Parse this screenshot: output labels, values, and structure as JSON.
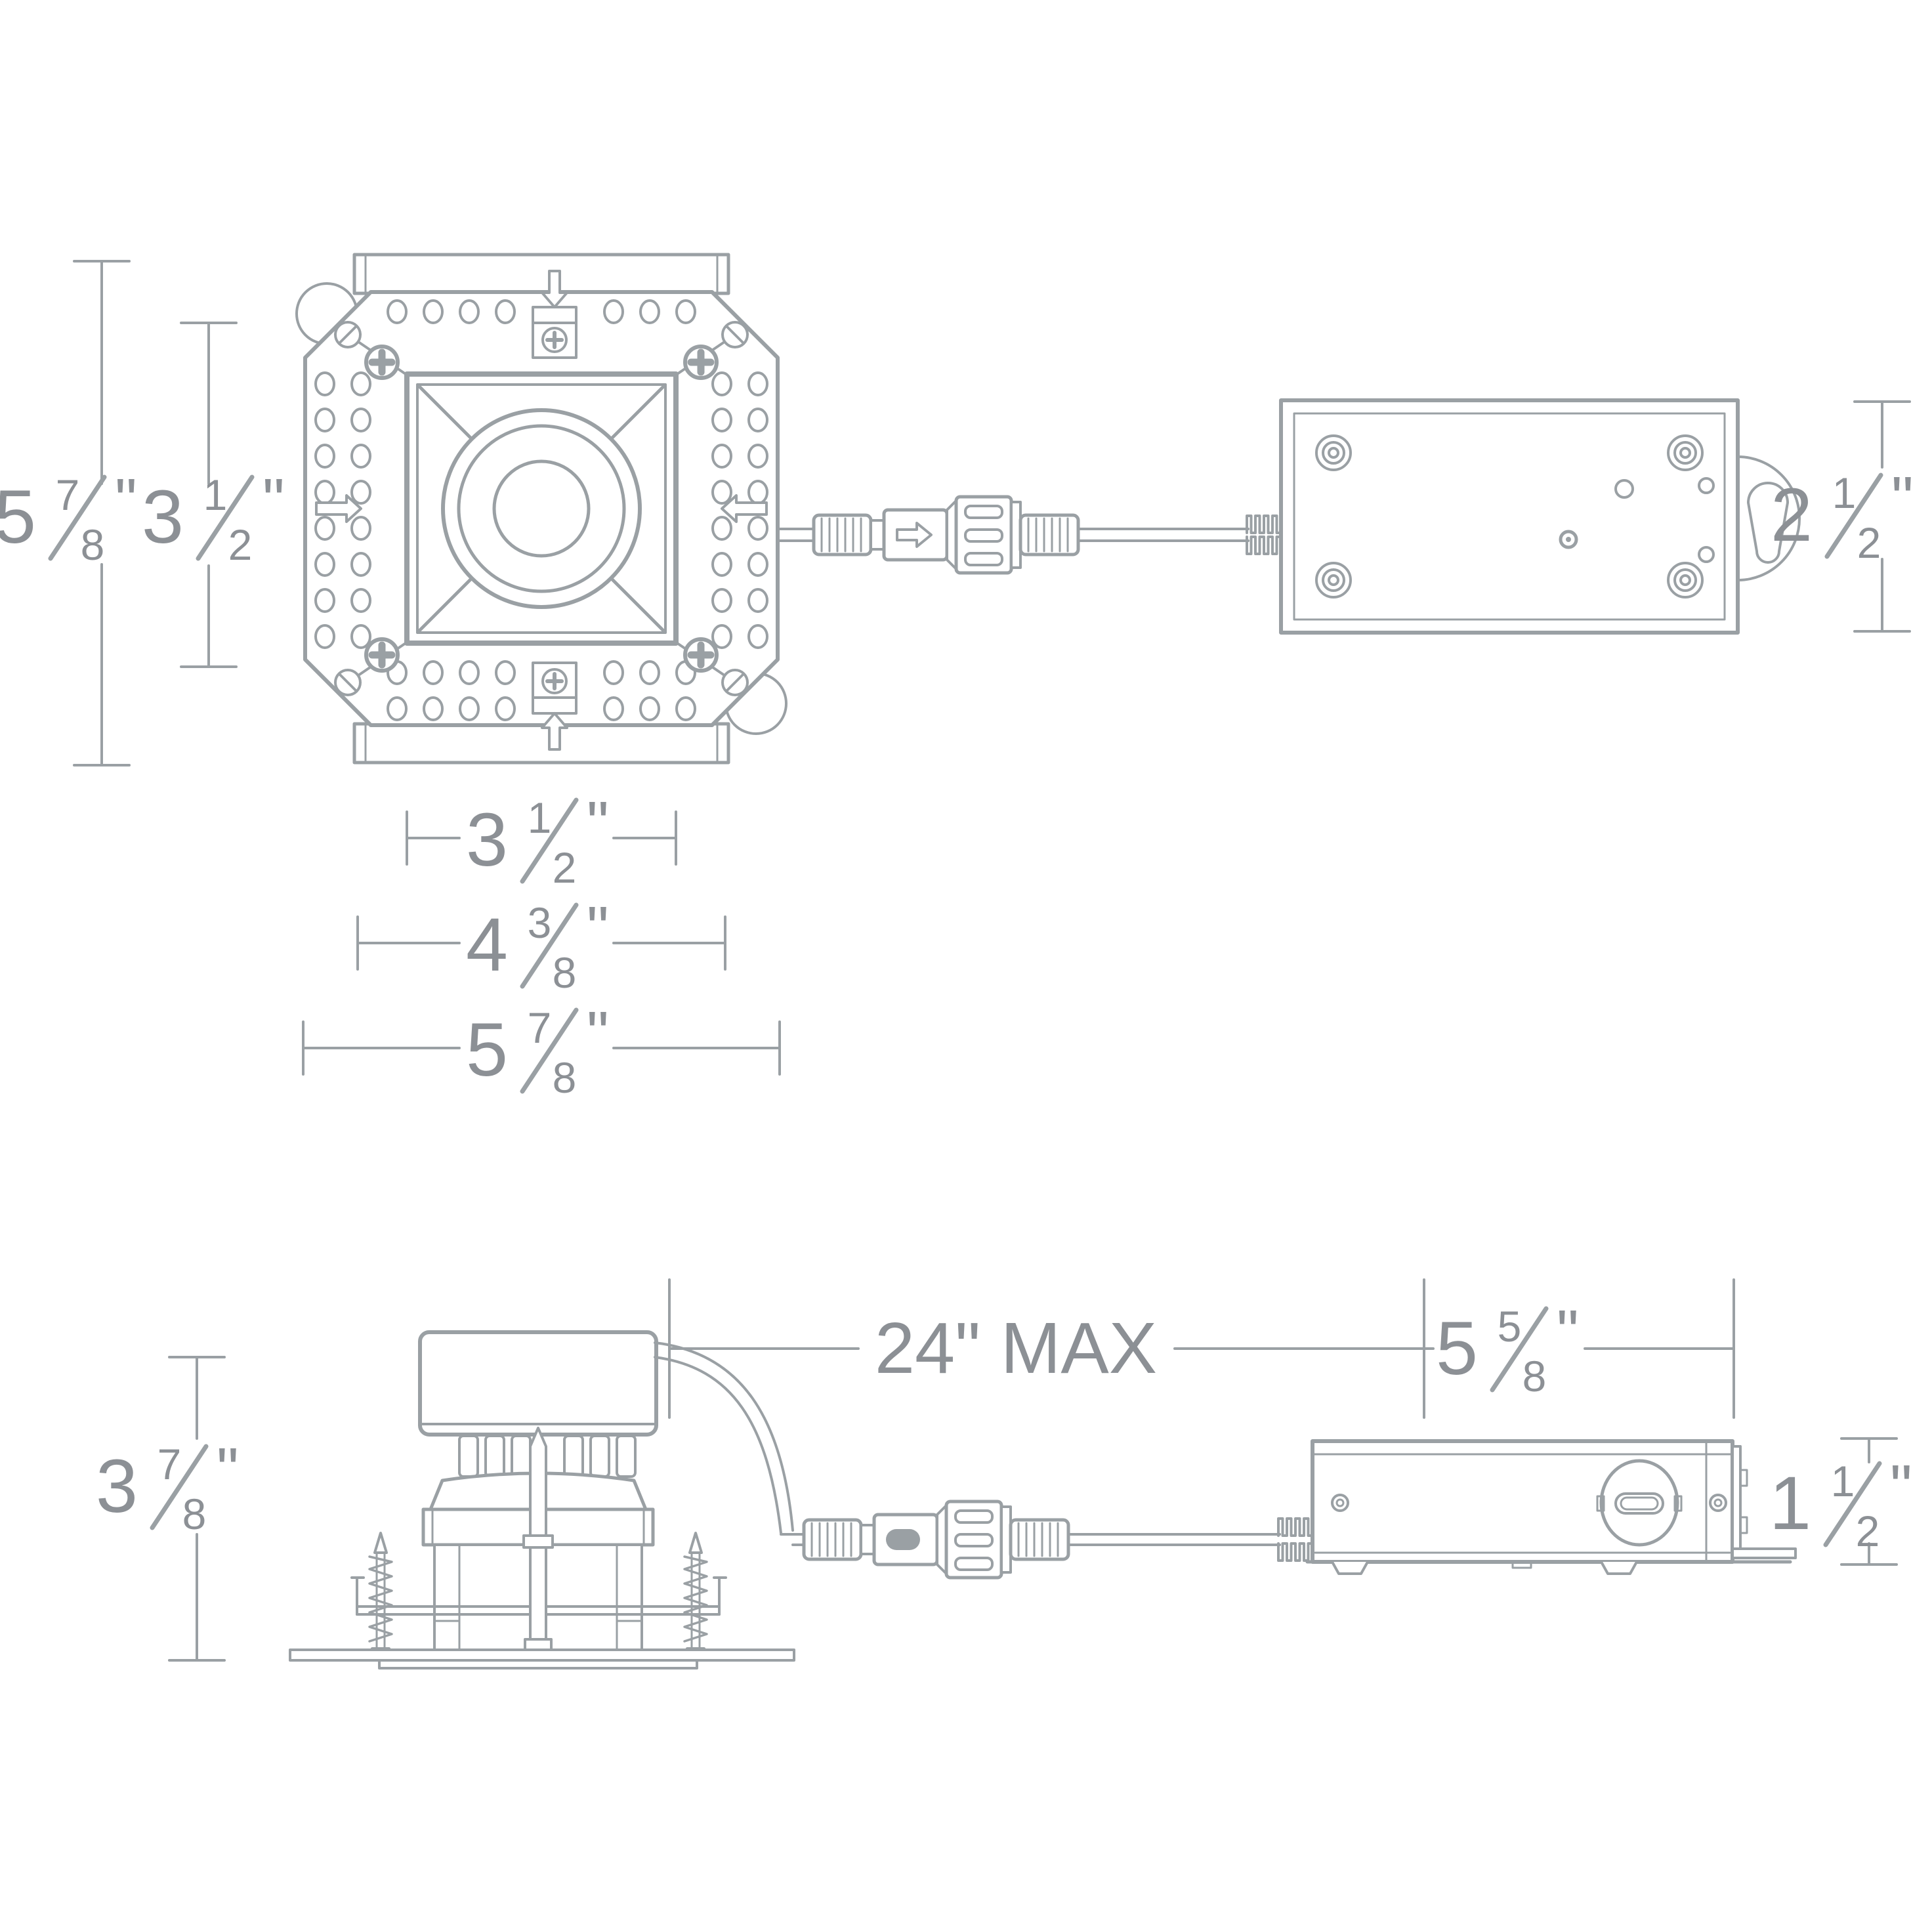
{
  "colors": {
    "background": "#ffffff",
    "line": "#9aa0a4",
    "text": "#8c9095"
  },
  "drawing": {
    "kind": "dimensioned line drawing",
    "views": {
      "front_view": "square recessed trimless downlight, face view with perforated mounting plaster plate",
      "driver_top_view": "remote driver junction box, top view",
      "side_view": "downlight housing, side view with spring screws and trim",
      "driver_side_view": "remote driver junction box, side view"
    }
  },
  "dimensions": {
    "front_height_overall": {
      "whole": "5",
      "num": "7",
      "den": "8",
      "unit": "\"",
      "text": "5 7/8\""
    },
    "front_trim_height": {
      "whole": "3",
      "num": "1",
      "den": "2",
      "unit": "\"",
      "text": "3 1/2\""
    },
    "front_trim_width": {
      "whole": "3",
      "num": "1",
      "den": "2",
      "unit": "\"",
      "text": "3 1/2\""
    },
    "front_width_mid": {
      "whole": "4",
      "num": "3",
      "den": "8",
      "unit": "\"",
      "text": "4 3/8\""
    },
    "front_width_overall": {
      "whole": "5",
      "num": "7",
      "den": "8",
      "unit": "\"",
      "text": "5 7/8\""
    },
    "driver_top_height": {
      "whole": "2",
      "num": "1",
      "den": "2",
      "unit": "\"",
      "text": "2 1/2\""
    },
    "cable_length_max": {
      "text": "24\" MAX"
    },
    "driver_length": {
      "whole": "5",
      "num": "5",
      "den": "8",
      "unit": "\"",
      "text": "5 5/8\""
    },
    "housing_height": {
      "whole": "3",
      "num": "7",
      "den": "8",
      "unit": "\"",
      "text": "3 7/8\""
    },
    "driver_side_height": {
      "whole": "1",
      "num": "1",
      "den": "2",
      "unit": "\"",
      "text": "1 1/2\""
    }
  }
}
